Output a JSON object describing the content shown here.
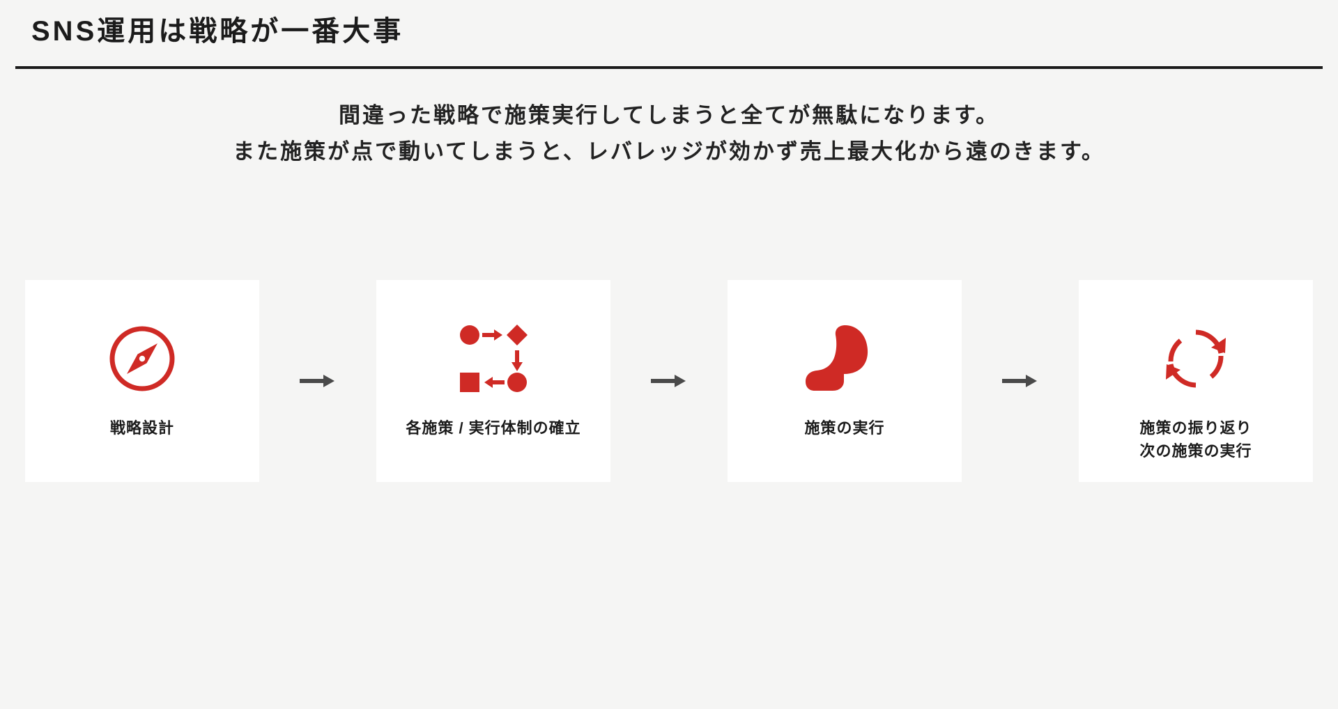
{
  "header": {
    "title": "SNS運用は戦略が一番大事"
  },
  "subtitle": {
    "line1": "間違った戦略で施策実行してしまうと全てが無駄になります。",
    "line2": "また施策が点で動いてしまうと、レバレッジが効かず売上最大化から遠のきます。"
  },
  "colors": {
    "accent_red": "#cf2a25",
    "arrow_gray": "#4a4a4a",
    "background": "#f5f5f4",
    "card_background": "#ffffff",
    "text": "#1b1b1b"
  },
  "flow": {
    "steps": [
      {
        "icon": "compass-icon",
        "label_line1": "戦略設計",
        "label_line2": ""
      },
      {
        "icon": "workflow-icon",
        "label_line1": "各施策 / 実行体制の確立",
        "label_line2": ""
      },
      {
        "icon": "flexed-biceps-icon",
        "label_line1": "施策の実行",
        "label_line2": ""
      },
      {
        "icon": "refresh-cycle-icon",
        "label_line1": "施策の振り返り",
        "label_line2": "次の施策の実行"
      }
    ],
    "connectors": [
      {
        "icon": "arrow-right-icon"
      },
      {
        "icon": "arrow-right-icon"
      },
      {
        "icon": "arrow-right-icon"
      }
    ]
  }
}
